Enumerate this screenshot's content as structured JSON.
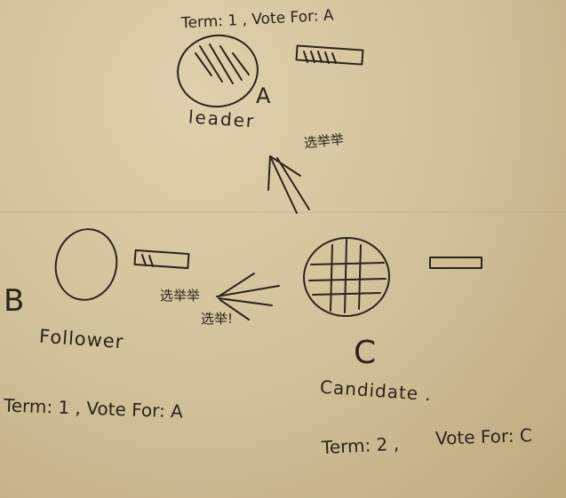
{
  "nodes": {
    "a": {
      "letter": "A",
      "role": "leader",
      "term_line": "Term: 1 , Vote For: A",
      "elect_note": "选举举"
    },
    "b": {
      "letter": "B",
      "role": "Follower",
      "term_line": "Term: 1 , Vote For: A",
      "note_line1": "选举举",
      "note_line2": "选举!"
    },
    "c": {
      "letter": "C",
      "role": "Candidate .",
      "term_text": "Term: 2  ,",
      "vote_text": "Vote  For: C"
    }
  },
  "colors": {
    "paper": "#d3c39c",
    "ink": "#2b2418"
  }
}
